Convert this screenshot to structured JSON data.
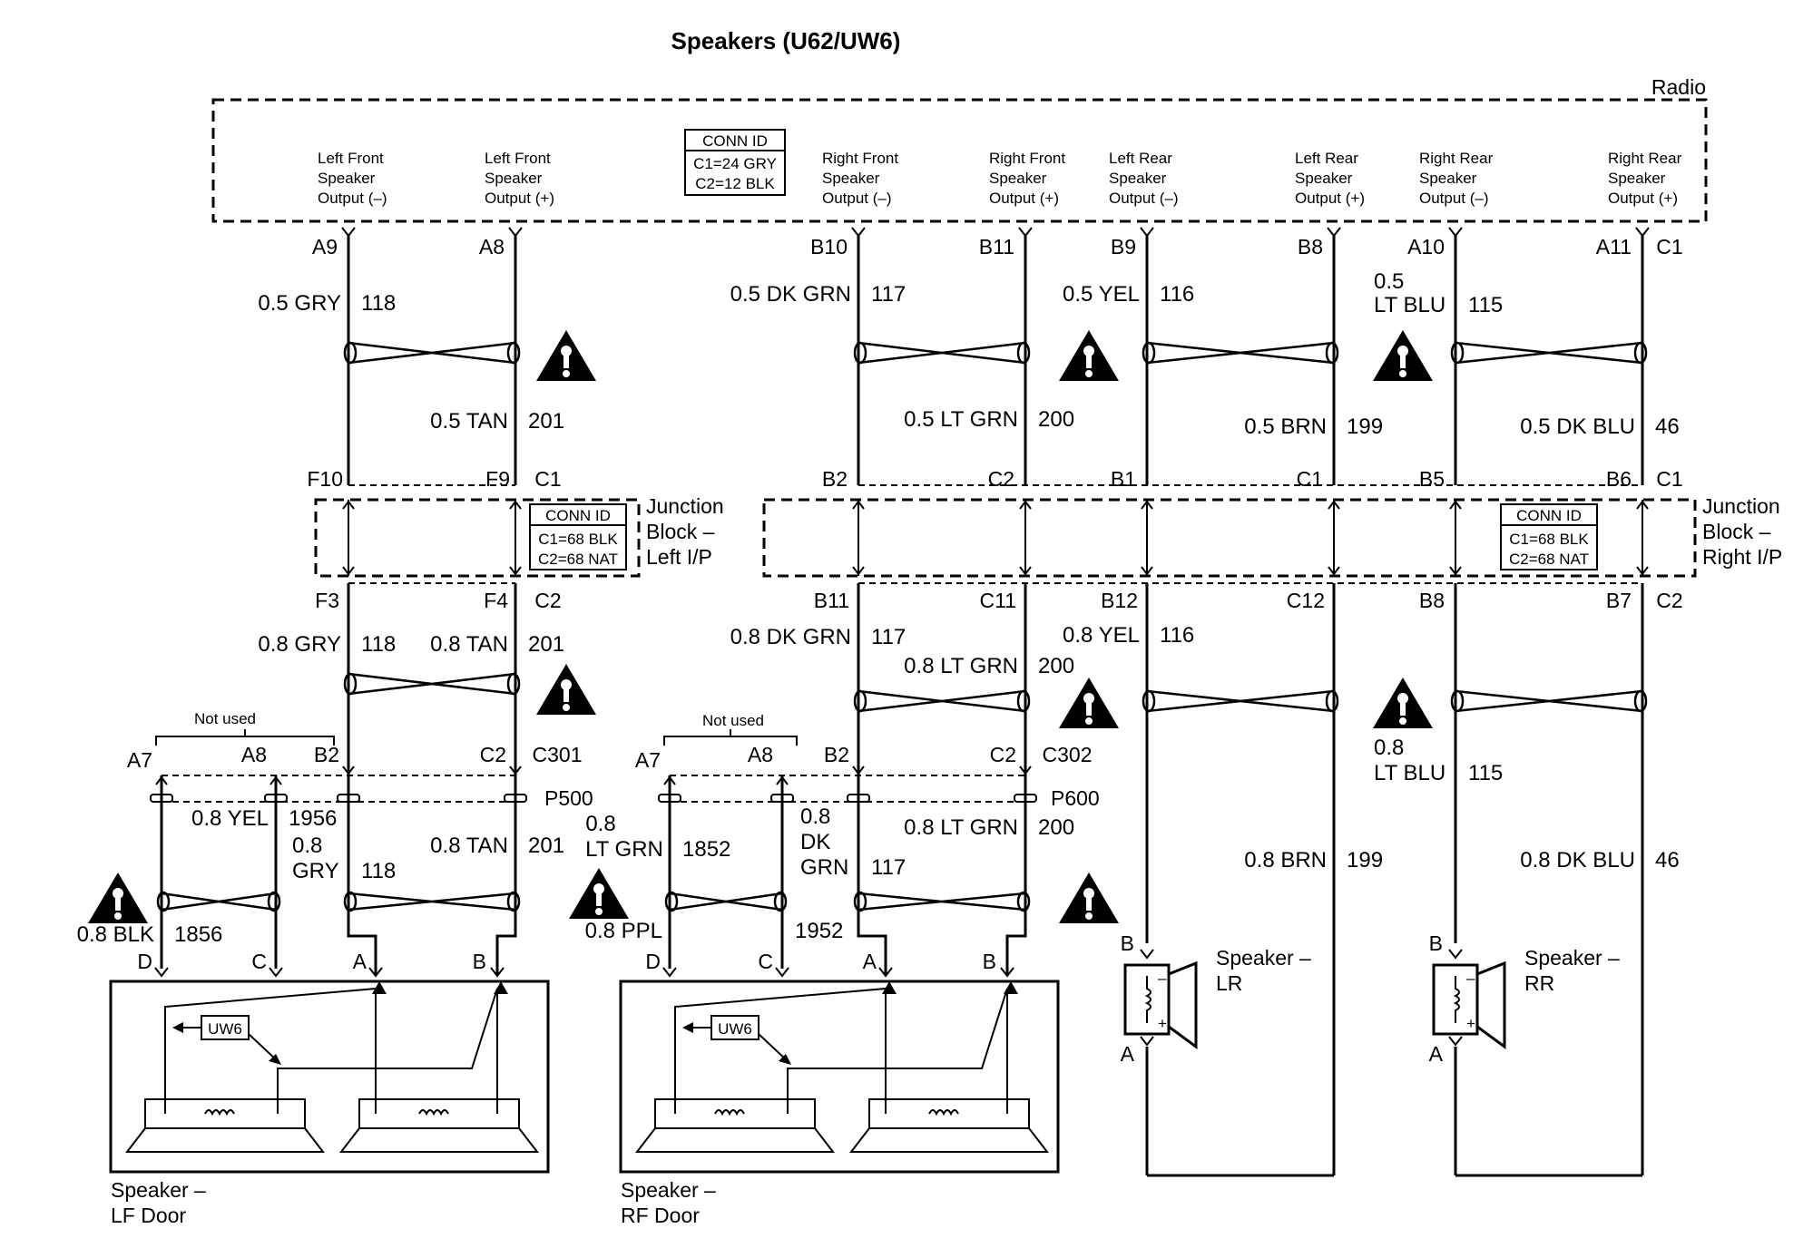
{
  "title": "Speakers (U62/UW6)",
  "radio": {
    "label": "Radio",
    "conn_id": {
      "heading": "CONN ID",
      "line1": "C1=24 GRY",
      "line2": "C2=12 BLK"
    },
    "outputs": [
      {
        "l1": "Left Front",
        "l2": "Speaker",
        "l3": "Output (–)"
      },
      {
        "l1": "Left Front",
        "l2": "Speaker",
        "l3": "Output (+)"
      },
      {
        "l1": "Right Front",
        "l2": "Speaker",
        "l3": "Output (–)"
      },
      {
        "l1": "Right Front",
        "l2": "Speaker",
        "l3": "Output (+)"
      },
      {
        "l1": "Left Rear",
        "l2": "Speaker",
        "l3": "Output (–)"
      },
      {
        "l1": "Left Rear",
        "l2": "Speaker",
        "l3": "Output (+)"
      },
      {
        "l1": "Right Rear",
        "l2": "Speaker",
        "l3": "Output (–)"
      },
      {
        "l1": "Right Rear",
        "l2": "Speaker",
        "l3": "Output (+)"
      }
    ],
    "pins": [
      "A9",
      "A8",
      "B10",
      "B11",
      "B9",
      "B8",
      "A10",
      "A11"
    ],
    "connector": "C1"
  },
  "wires_top": [
    {
      "gauge": "0.5 GRY",
      "circuit": "118"
    },
    {
      "gauge": "0.5 TAN",
      "circuit": "201"
    },
    {
      "gauge": "0.5 DK GRN",
      "circuit": "117"
    },
    {
      "gauge": "0.5 LT GRN",
      "circuit": "200"
    },
    {
      "gauge": "0.5 YEL",
      "circuit": "116"
    },
    {
      "gauge": "0.5 BRN",
      "circuit": "199"
    },
    {
      "gauge_l1": "0.5",
      "gauge_l2": "LT BLU",
      "circuit": "115"
    },
    {
      "gauge": "0.5 DK BLU",
      "circuit": "46"
    }
  ],
  "jb_left": {
    "label_l1": "Junction",
    "label_l2": "Block –",
    "label_l3": "Left I/P",
    "conn_id": {
      "heading": "CONN ID",
      "line1": "C1=68 BLK",
      "line2": "C2=68 NAT"
    },
    "top_pins": [
      "F10",
      "F9"
    ],
    "top_conn": "C1",
    "bottom_pins": [
      "F3",
      "F4"
    ],
    "bottom_conn": "C2"
  },
  "jb_right": {
    "label_l1": "Junction",
    "label_l2": "Block –",
    "label_l3": "Right I/P",
    "conn_id": {
      "heading": "CONN ID",
      "line1": "C1=68 BLK",
      "line2": "C2=68 NAT"
    },
    "top_pins": [
      "B2",
      "C2",
      "B1",
      "C1",
      "B5",
      "B6"
    ],
    "top_conn": "C1",
    "bottom_pins": [
      "B11",
      "C11",
      "B12",
      "C12",
      "B8",
      "B7"
    ],
    "bottom_conn": "C2"
  },
  "wires_mid": [
    {
      "gauge": "0.8 GRY",
      "circuit": "118"
    },
    {
      "gauge": "0.8 TAN",
      "circuit": "201"
    },
    {
      "gauge": "0.8 DK GRN",
      "circuit": "117"
    },
    {
      "gauge": "0.8 LT GRN",
      "circuit": "200"
    },
    {
      "gauge": "0.8 YEL",
      "circuit": "116"
    },
    {
      "gauge_l1": "0.8",
      "gauge_l2": "LT BLU",
      "circuit": "115"
    }
  ],
  "wires_rear_low": [
    {
      "gauge": "0.8 BRN",
      "circuit": "199"
    },
    {
      "gauge": "0.8 DK BLU",
      "circuit": "46"
    }
  ],
  "c301": {
    "not_used": "Not used",
    "pins": [
      "A7",
      "A8",
      "B2",
      "C2"
    ],
    "conn": "C301",
    "part": "P500"
  },
  "c302": {
    "not_used": "Not used",
    "pins": [
      "A7",
      "A8",
      "B2",
      "C2"
    ],
    "conn": "C302",
    "part": "P600"
  },
  "wires_low_left": [
    {
      "gauge": "0.8 YEL",
      "circuit": "1956"
    },
    {
      "gauge_l1": "0.8",
      "gauge_l2": "GRY",
      "circuit": "118"
    },
    {
      "gauge": "0.8 TAN",
      "circuit": "201"
    },
    {
      "gauge": "0.8 BLK",
      "circuit": "1856"
    }
  ],
  "wires_low_right": [
    {
      "gauge_l1": "0.8",
      "gauge_l2": "LT GRN",
      "circuit": "1852"
    },
    {
      "gauge_l1": "0.8",
      "gauge_l2": "DK",
      "gauge_l3": "GRN",
      "circuit": "117"
    },
    {
      "gauge": "0.8 LT GRN",
      "circuit": "200"
    },
    {
      "gauge": "0.8 PPL",
      "circuit": "1952"
    }
  ],
  "lf_door": {
    "label_l1": "Speaker –",
    "label_l2": "LF Door",
    "pins": [
      "D",
      "C",
      "A",
      "B"
    ],
    "option": "UW6"
  },
  "rf_door": {
    "label_l1": "Speaker –",
    "label_l2": "RF Door",
    "pins": [
      "D",
      "C",
      "A",
      "B"
    ],
    "option": "UW6"
  },
  "lr_speaker": {
    "label_l1": "Speaker –",
    "label_l2": "LR",
    "pin_top": "B",
    "pin_bottom": "A",
    "minus": "–",
    "plus": "+"
  },
  "rr_speaker": {
    "label_l1": "Speaker –",
    "label_l2": "RR",
    "pin_top": "B",
    "pin_bottom": "A",
    "minus": "–",
    "plus": "+"
  },
  "warning_glyph": "!"
}
